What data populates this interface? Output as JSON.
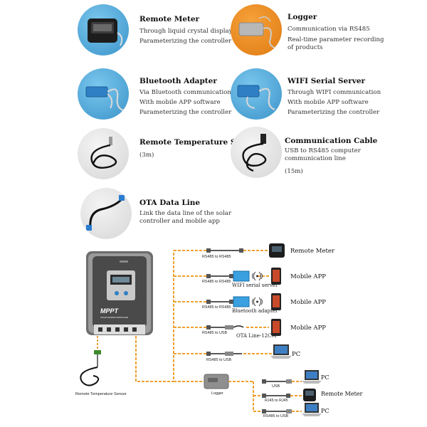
{
  "accessories": [
    {
      "title": "Remote Meter",
      "lines": [
        "Through liquid crystal display",
        "Parameterizing the controller"
      ]
    },
    {
      "title": "Logger",
      "lines": [
        "Communication via RS485",
        "Real-time parameter recording",
        "of products"
      ]
    },
    {
      "title": "Bluetooth Adapter",
      "lines": [
        "Via Bluetooth communication",
        "With mobile APP software",
        "Parameterizing the controller"
      ]
    },
    {
      "title": "WIFI Serial Server",
      "lines": [
        "Through WIFI communication",
        "With mobile APP software",
        "Parameterizing the controller"
      ]
    },
    {
      "title": "Remote Temperature Sensor",
      "lines": [
        "(3m)"
      ]
    },
    {
      "title": "Communication Cable",
      "lines": [
        "USB to RS485 computer",
        "communication line",
        "",
        "(15m)"
      ]
    },
    {
      "title": "OTA Data Line",
      "lines": [
        "Link the data line of the solar",
        "controller and mobile app"
      ]
    }
  ],
  "controller": {
    "brand": "MPPT",
    "subtitle": "SOLAR CHARGE CONTROLLER"
  },
  "diagram": {
    "rows": [
      {
        "cable": "RS485 to RS485",
        "device": "Remote Meter"
      },
      {
        "cable": "RS485 to RS485",
        "adapter": "WIFI serial server",
        "device": "Mobile APP"
      },
      {
        "cable": "RS485 to RS485",
        "adapter": "Bluetooth adapter",
        "device": "Mobile APP"
      },
      {
        "cable": "RS485 to USB",
        "adapter": "OTA Line-12CM",
        "device": "Mobile APP"
      },
      {
        "cable": "RS485 to USB",
        "device": "PC"
      }
    ],
    "logger_label": "Logger",
    "logger_rows": [
      {
        "cable": "USB",
        "device": "PC"
      },
      {
        "cable": "RJ45 to RJ45",
        "device": "Remote Meter"
      },
      {
        "cable": "RS485 to USB",
        "device": "PC"
      }
    ],
    "sensor_label": "Remote Temperature Sensor"
  },
  "colors": {
    "dashed_line": "#f0a030",
    "solid_line": "#e8a040",
    "blue_circle": "#4aa3d6",
    "orange_circle": "#ee8a1e"
  }
}
